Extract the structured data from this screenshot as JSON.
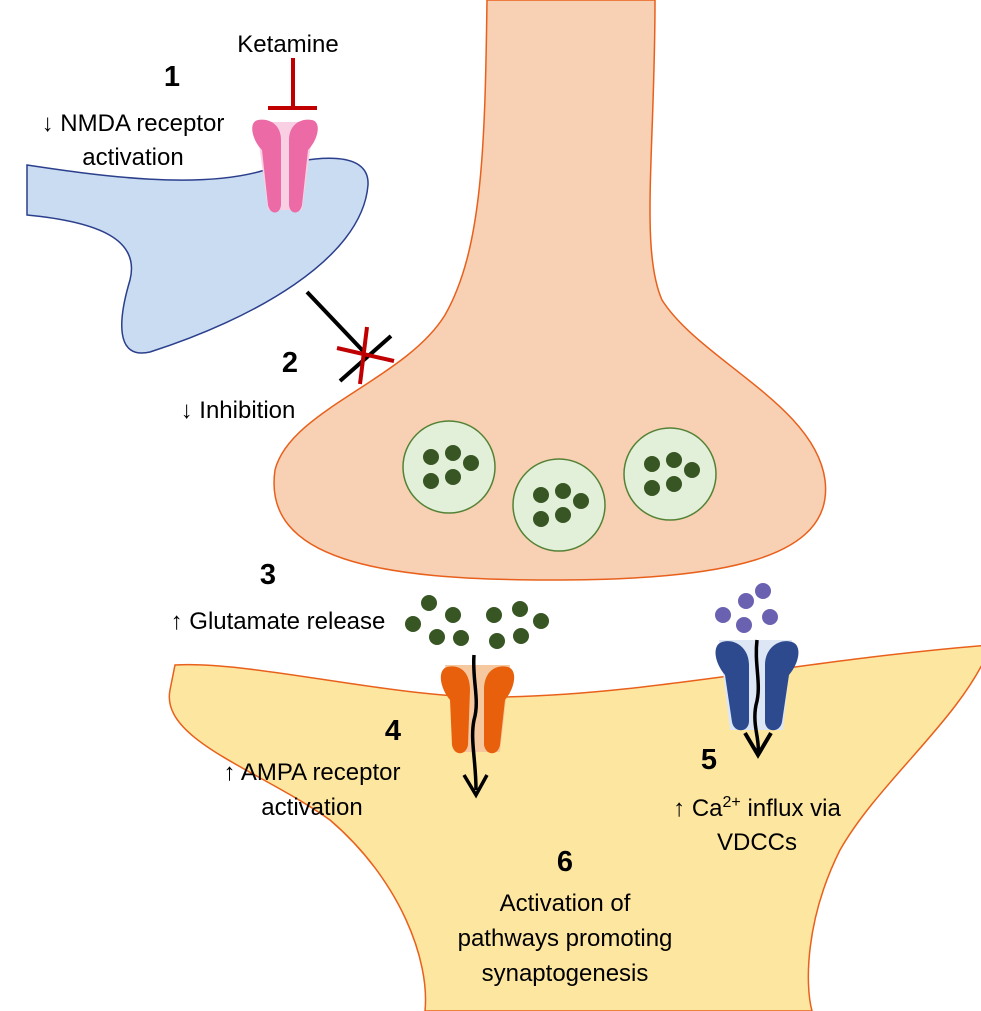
{
  "labels": {
    "drug": "Ketamine",
    "step1_num": "1",
    "step1_line1": "↓ NMDA receptor",
    "step1_line2": "activation",
    "step2_num": "2",
    "step2_text": "↓ Inhibition",
    "step3_num": "3",
    "step3_text": "↑ Glutamate release",
    "step4_num": "4",
    "step4_line1": "↑ AMPA receptor",
    "step4_line2": "activation",
    "step5_num": "5",
    "step5_pre": "↑ Ca",
    "step5_sup": "2+",
    "step5_post": " influx via",
    "step5_line2": "VDCCs",
    "step6_num": "6",
    "step6_line1": "Activation of",
    "step6_line2": "pathways promoting",
    "step6_line3": "synaptogenesis"
  },
  "colors": {
    "presynaptic": "#F8D0B4",
    "membrane": "#E8601C",
    "interneuron": "#C9DCF2",
    "postsynaptic": "#FDE7A0",
    "nmda_receptor": "#EC6AA5",
    "ampa_receptor": "#E8600C",
    "vdcc": "#2E4A8E",
    "glutamate": "#375623",
    "calcium": "#6A62B0",
    "inhibition": "#C00000"
  }
}
